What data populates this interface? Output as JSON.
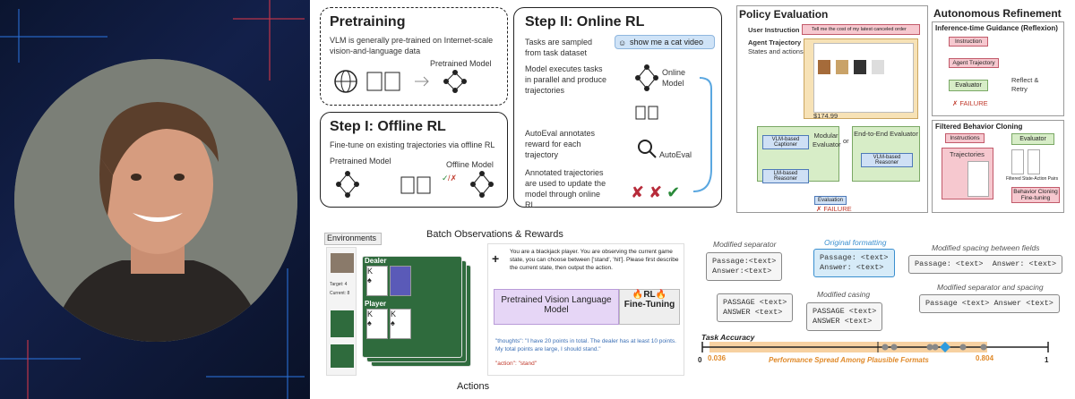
{
  "pretraining": {
    "title": "Pretraining",
    "text": "VLM is generally pre-trained on Internet-scale vision-and-language data",
    "model_label": "Pretrained Model"
  },
  "offline": {
    "title": "Step I: Offline RL",
    "text": "Fine-tune on existing trajectories via offline RL",
    "left_label": "Pretrained Model",
    "right_label": "Offline Model"
  },
  "online": {
    "title": "Step II: Online RL",
    "text1": "Tasks are sampled from task dataset",
    "prompt": "show me a cat video",
    "text2": "Model executes tasks in parallel and produce trajectories",
    "model_label": "Online Model",
    "text3": "AutoEval annotates reward for each trajectory",
    "autoeval_label": "AutoEval",
    "text4": "Annotated trajectories are used to update the model through online RL"
  },
  "policy": {
    "title": "Policy Evaluation",
    "user_instruction": "User Instruction",
    "agent_traj": "Agent Trajectory",
    "states": "States and actions",
    "query": "Tell me the cost of my latest canceled order",
    "price": "$174.99",
    "vlm_captioner": "VLM-based Captioner",
    "modular": "Modular Evaluator",
    "or": "or",
    "end_to_end": "End-to-End Evaluator",
    "lm_reasoner": "LM-based Reasoner",
    "vlm_reasoner": "VLM-based Reasoner",
    "evaluation": "Evaluation",
    "failure": "✗ FAILURE"
  },
  "refine": {
    "title": "Autonomous Refinement",
    "guidance_title": "Inference-time Guidance (Reflexion)",
    "instruction": "Instruction",
    "agent_traj": "Agent Trajectory",
    "evaluator": "Evaluator",
    "reflect": "Reflect & Retry",
    "failure": "✗ FAILURE",
    "fbc_title": "Filtered Behavior Cloning",
    "instructions": "Instructions",
    "trajectories": "Trajectories",
    "evaluator2": "Evaluator",
    "filtered": "Filtered State-Action Pairs",
    "bc": "Behavior Cloning Fine-tuning"
  },
  "blackjack": {
    "environments": "Environments",
    "batch": "Batch Observations & Rewards",
    "actions": "Actions",
    "dealer": "Dealer",
    "player": "Player",
    "target": "Target: 4",
    "current": "Current: 8",
    "prompt": "You are a blackjack player. You are observing the current game state, you can choose between ['stand', 'hit']. Please first describe the current state, then output the action.",
    "pretrained": "Pretrained Vision Language Model",
    "rl": "🔥RL🔥",
    "finetuning": "Fine-Tuning",
    "thoughts": "\"thoughts\": \"I have 20 points in total. The dealer has at least 10 points. My total points are large, I should stand.\"",
    "action": "\"action\": \"stand\""
  },
  "formats": {
    "mod_sep_label": "Modified separator",
    "mod_sep_text": "Passage:<text>\nAnswer:<text>",
    "orig_label": "Original formatting",
    "orig_text": "Passage: <text>\nAnswer: <text>",
    "mod_space_label": "Modified spacing between fields",
    "mod_space_text": "Passage: <text>  Answer: <text>",
    "mod_case_label": "Modified casing",
    "mod_case_text": "PASSAGE <text>\nANSWER <text>",
    "upper_text": "PASSAGE <text>\nANSWER <text>",
    "mod_sep_space_label": "Modified separator and spacing",
    "mod_sep_space_text": "Passage <text> Answer <text>",
    "task_accuracy": "Task Accuracy",
    "axis_min": "0",
    "axis_max": "1",
    "low": "0.036",
    "high": "0.804",
    "spread": "Performance Spread Among Plausible Formats"
  },
  "colors": {
    "accent_orange": "#f5c58a",
    "green": "#d7edc7",
    "blue": "#cfe0f5",
    "pink": "#f6c8cf",
    "purple": "#e6d6f6"
  }
}
